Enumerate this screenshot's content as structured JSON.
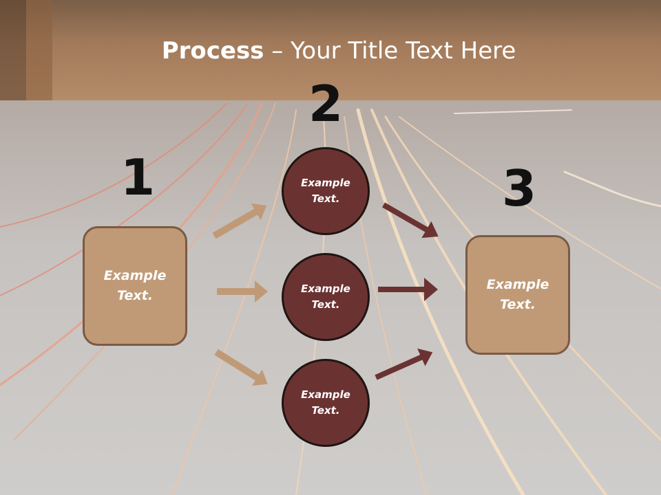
{
  "title": {
    "bold": "Process",
    "rest": " – Your Title Text Here"
  },
  "steps": [
    {
      "number": "1"
    },
    {
      "number": "2"
    },
    {
      "number": "3"
    }
  ],
  "boxes": {
    "left": "Example\nText.",
    "right": "Example\nText."
  },
  "circles": [
    "Example\nText.",
    "Example\nText.",
    "Example\nText."
  ],
  "colors": {
    "band": "#b48c6a",
    "box_fill": "#c09a77",
    "box_border": "#7a5a45",
    "circle_fill": "#6a3332",
    "tan_arrow": "#c09a77",
    "dark_arrow": "#6a3332"
  }
}
